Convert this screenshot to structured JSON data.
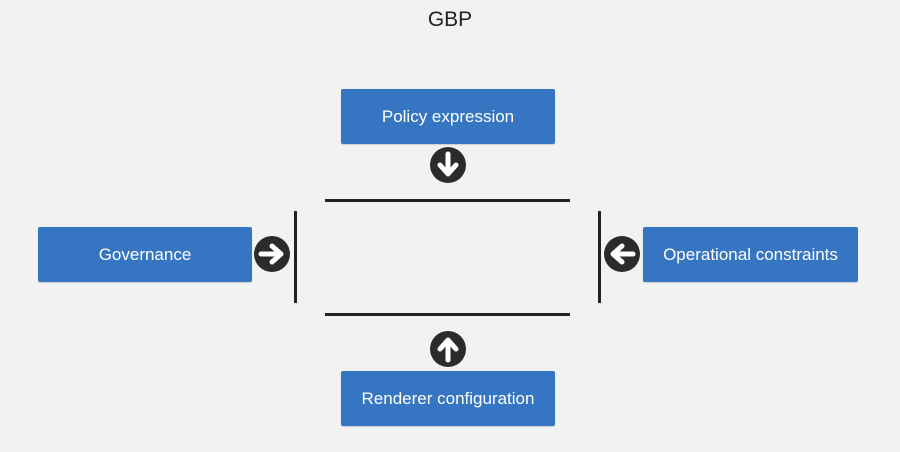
{
  "title": "GBP",
  "boxes": {
    "top": "Policy expression",
    "left": "Governance",
    "right": "Operational constraints",
    "bottom": "Renderer configuration"
  },
  "colors": {
    "box_fill": "#3575c2",
    "box_text": "#ffffff",
    "arrow_circle": "#2b2b2b",
    "arrow_glyph": "#ffffff",
    "border_lines": "#222222",
    "background": "#f2f2f2"
  },
  "icons": {
    "top": "arrow-down-circle-icon",
    "bottom": "arrow-up-circle-icon",
    "left": "arrow-right-circle-icon",
    "right": "arrow-left-circle-icon"
  }
}
